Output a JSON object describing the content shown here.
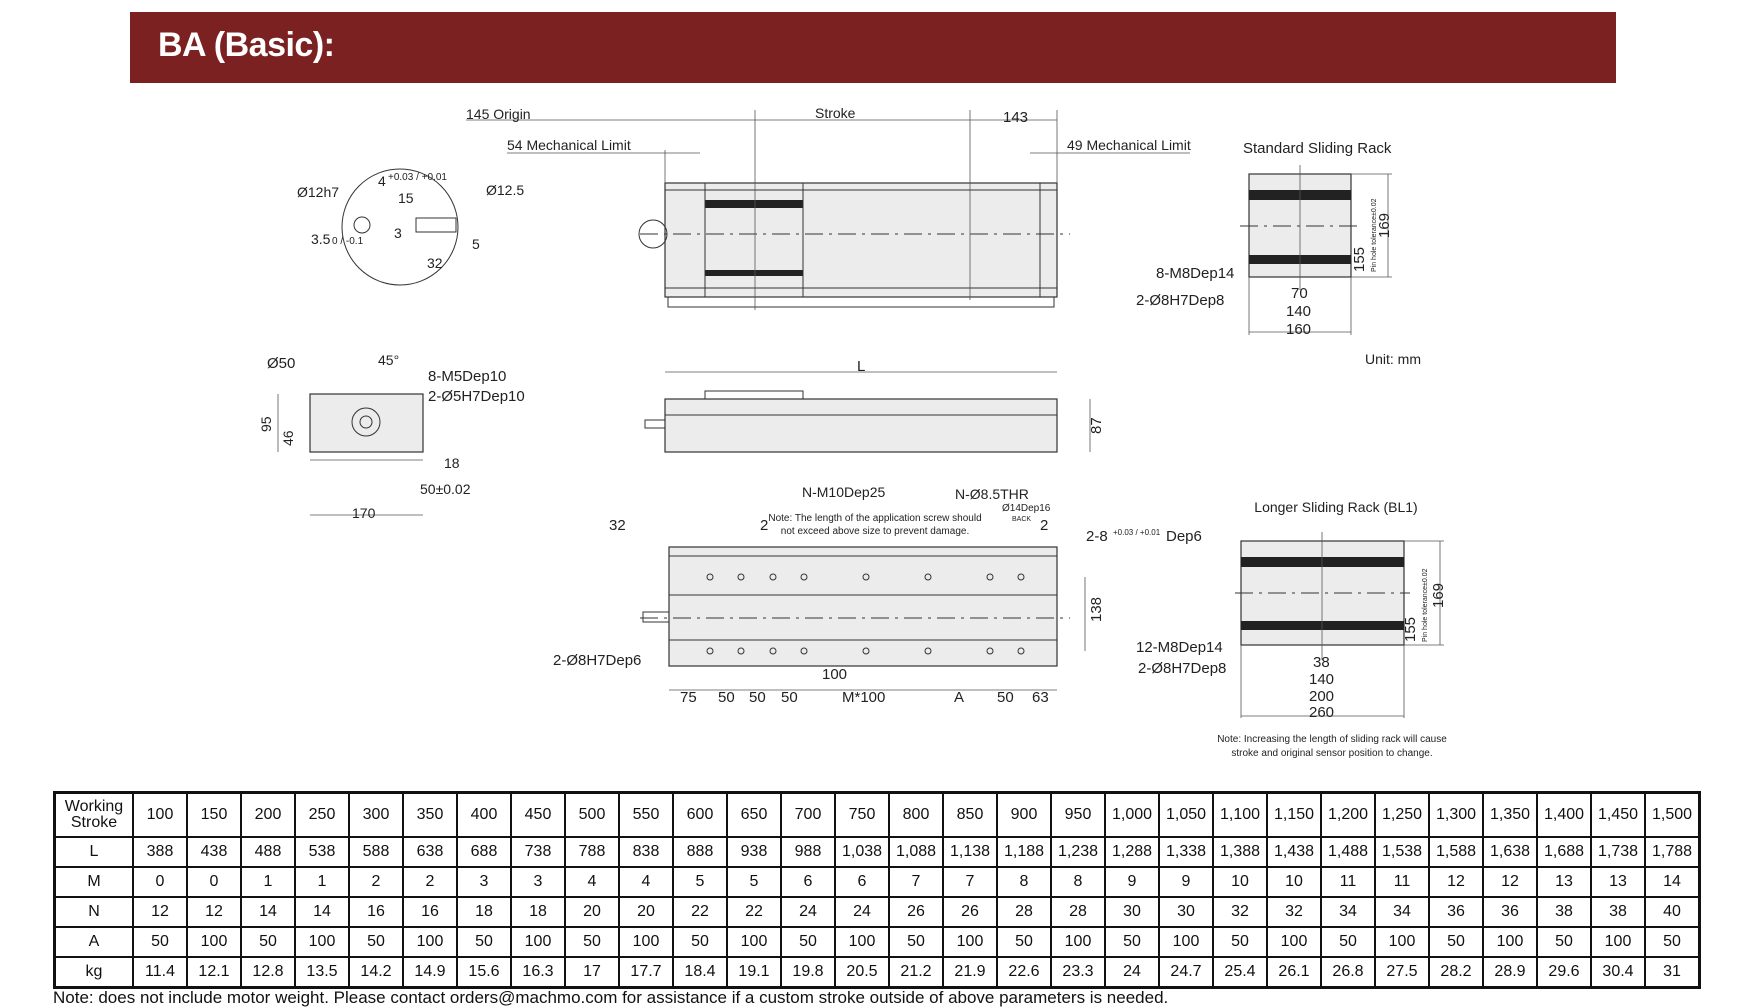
{
  "header": {
    "title": "BA (Basic):"
  },
  "drawings": {
    "top_view": {
      "origin": "145 Origin",
      "stroke": "Stroke",
      "right_dim": "143",
      "mech_limit_left": "54 Mechanical Limit",
      "mech_limit_right": "49 Mechanical Limit"
    },
    "shaft_detail": {
      "shaft_dia": "Ø12h7",
      "key_width": "4",
      "key_tol": "+0.03 / +0.01",
      "dim_15": "15",
      "dim_12_5": "Ø12.5",
      "dim_3": "3",
      "dim_5": "5",
      "dim_3_5": "3.5",
      "dim_3_5_tol": "0 / -0.1",
      "dim_32": "32"
    },
    "standard_rack": {
      "title": "Standard Sliding Rack",
      "dim_169": "169",
      "dim_155": "155",
      "pin_tol": "Pin hole tolerance±0.02",
      "holes": "8-M8Dep14",
      "pins": "2-Ø8H7Dep8",
      "dim_70": "70",
      "dim_140": "140",
      "dim_160": "160"
    },
    "unit": "Unit: mm",
    "end_view": {
      "dia": "Ø50",
      "angle": "45°",
      "holes": "8-M5Dep10",
      "pins": "2-Ø5H7Dep10",
      "dim_95": "95",
      "dim_46": "46",
      "dim_18": "18",
      "dim_50": "50±0.02",
      "dim_170": "170"
    },
    "side_view": {
      "length": "L",
      "height": "87"
    },
    "bottom_view": {
      "holes": "N-M10Dep25",
      "thru": "N-Ø8.5THR",
      "counterbore": "Ø14Dep16",
      "back": "BACK",
      "note_line1": "Note: The length of the application screw should",
      "note_line2": "not exceed above size to prevent damage.",
      "dim_32": "32",
      "dim_2_left": "2",
      "dim_2_right": "2",
      "pin_right": "2-8",
      "pin_right_tol": "+0.03 / +0.01",
      "pin_right_dep": "Dep6",
      "dim_138": "138",
      "pins_left": "2-Ø8H7Dep6",
      "dim_100": "100",
      "bottom_dims": [
        "75",
        "50",
        "50",
        "50",
        "M*100",
        "A",
        "50",
        "63"
      ]
    },
    "long_rack": {
      "title": "Longer Sliding Rack (BL1)",
      "dim_169": "169",
      "dim_155": "155",
      "pin_tol": "Pin hole tolerance±0.02",
      "holes": "12-M8Dep14",
      "pins": "2-Ø8H7Dep8",
      "dim_38": "38",
      "dim_140": "140",
      "dim_200": "200",
      "dim_260": "260",
      "note_line1": "Note: Increasing the length of sliding rack will cause",
      "note_line2": "stroke and original sensor position to change."
    }
  },
  "table": {
    "rows": [
      {
        "label": "Working Stroke",
        "values": [
          "100",
          "150",
          "200",
          "250",
          "300",
          "350",
          "400",
          "450",
          "500",
          "550",
          "600",
          "650",
          "700",
          "750",
          "800",
          "850",
          "900",
          "950",
          "1,000",
          "1,050",
          "1,100",
          "1,150",
          "1,200",
          "1,250",
          "1,300",
          "1,350",
          "1,400",
          "1,450",
          "1,500"
        ]
      },
      {
        "label": "L",
        "values": [
          "388",
          "438",
          "488",
          "538",
          "588",
          "638",
          "688",
          "738",
          "788",
          "838",
          "888",
          "938",
          "988",
          "1,038",
          "1,088",
          "1,138",
          "1,188",
          "1,238",
          "1,288",
          "1,338",
          "1,388",
          "1,438",
          "1,488",
          "1,538",
          "1,588",
          "1,638",
          "1,688",
          "1,738",
          "1,788"
        ]
      },
      {
        "label": "M",
        "values": [
          "0",
          "0",
          "1",
          "1",
          "2",
          "2",
          "3",
          "3",
          "4",
          "4",
          "5",
          "5",
          "6",
          "6",
          "7",
          "7",
          "8",
          "8",
          "9",
          "9",
          "10",
          "10",
          "11",
          "11",
          "12",
          "12",
          "13",
          "13",
          "14"
        ]
      },
      {
        "label": "N",
        "values": [
          "12",
          "12",
          "14",
          "14",
          "16",
          "16",
          "18",
          "18",
          "20",
          "20",
          "22",
          "22",
          "24",
          "24",
          "26",
          "26",
          "28",
          "28",
          "30",
          "30",
          "32",
          "32",
          "34",
          "34",
          "36",
          "36",
          "38",
          "38",
          "40"
        ]
      },
      {
        "label": "A",
        "values": [
          "50",
          "100",
          "50",
          "100",
          "50",
          "100",
          "50",
          "100",
          "50",
          "100",
          "50",
          "100",
          "50",
          "100",
          "50",
          "100",
          "50",
          "100",
          "50",
          "100",
          "50",
          "100",
          "50",
          "100",
          "50",
          "100",
          "50",
          "100",
          "50"
        ]
      },
      {
        "label": "kg",
        "values": [
          "11.4",
          "12.1",
          "12.8",
          "13.5",
          "14.2",
          "14.9",
          "15.6",
          "16.3",
          "17",
          "17.7",
          "18.4",
          "19.1",
          "19.8",
          "20.5",
          "21.2",
          "21.9",
          "22.6",
          "23.3",
          "24",
          "24.7",
          "25.4",
          "26.1",
          "26.8",
          "27.5",
          "28.2",
          "28.9",
          "29.6",
          "30.4",
          "31"
        ]
      }
    ],
    "footnote": "Note: does not include motor weight. Please contact orders@machmo.com for assistance if a custom stroke outside of above parameters is needed."
  },
  "colors": {
    "banner": "#7b2121"
  }
}
